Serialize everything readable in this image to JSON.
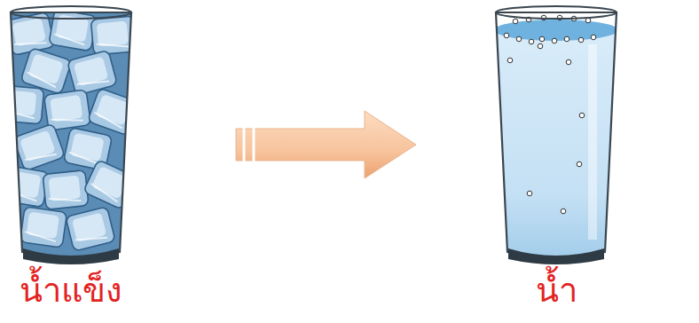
{
  "diagram": {
    "nodes": [
      {
        "text": [
          "น้ำแข็ง"
        ]
      },
      {
        "text": [
          "น้ำ"
        ]
      }
    ],
    "edges": [
      {
        "from": 0,
        "to": 1,
        "arrow": "to"
      }
    ]
  }
}
